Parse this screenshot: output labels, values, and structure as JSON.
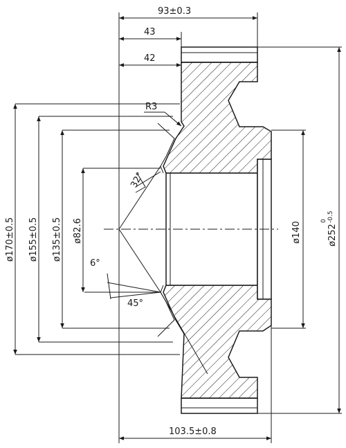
{
  "drawing": {
    "dims": {
      "top_overall": "93±0.3",
      "top_43": "43",
      "top_42": "42",
      "radius": "R3",
      "angle_32": "32°",
      "angle_6": "6°",
      "angle_45": "45°",
      "dia_170": "ø170±0.5",
      "dia_155": "ø155±0.5",
      "dia_135": "ø135±0.5",
      "dia_82": "ø82.6",
      "dia_140": "ø140",
      "dia_252": "ø252",
      "tol_252_upper": "0",
      "tol_252_lower": "-0.5",
      "bottom_overall": "103.5±0.8"
    }
  }
}
